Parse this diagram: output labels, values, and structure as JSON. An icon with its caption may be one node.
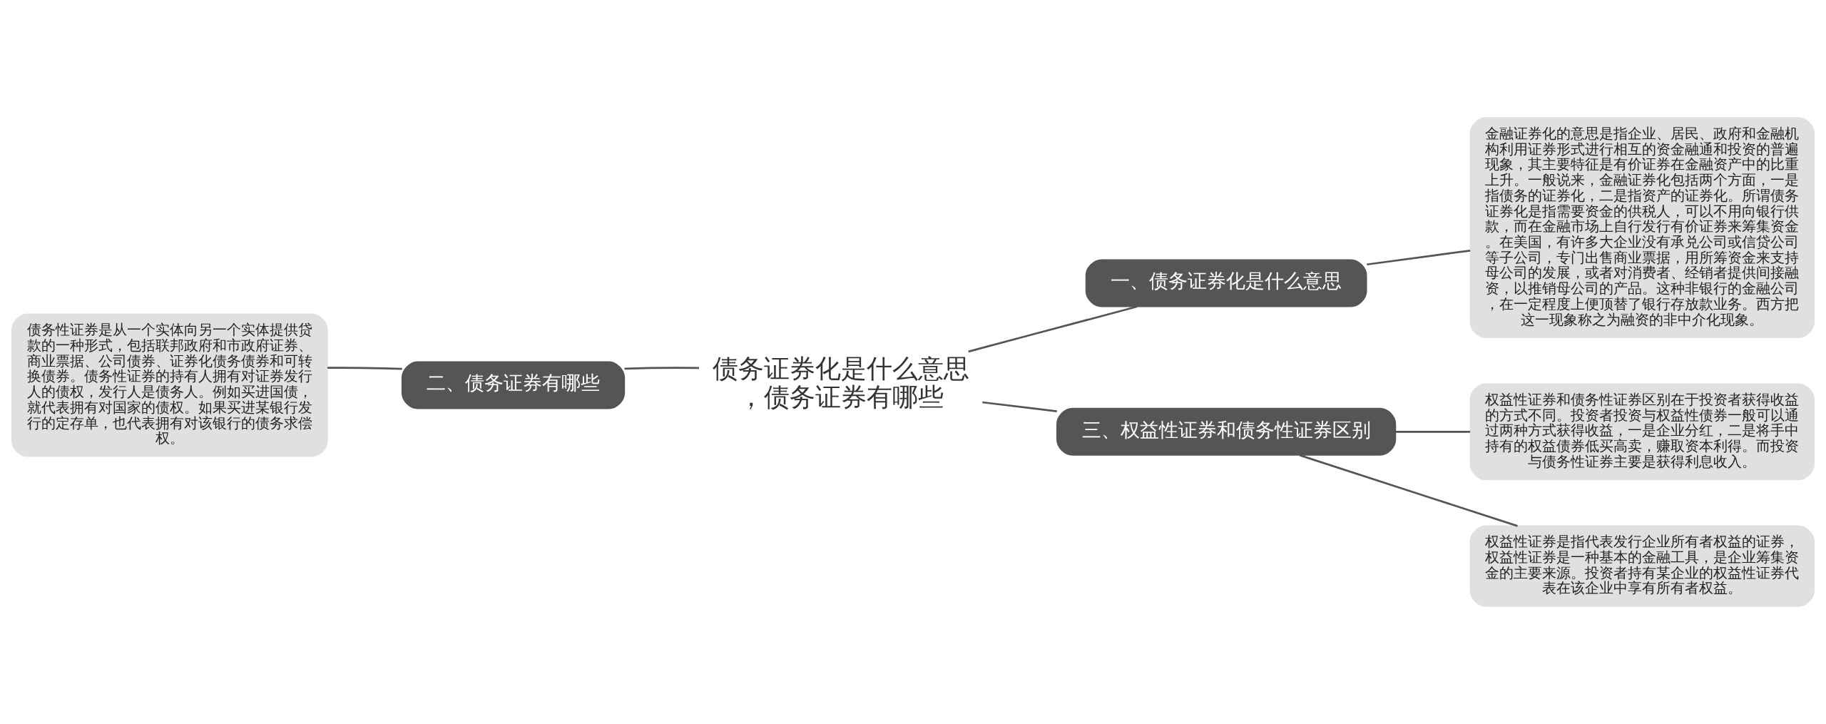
{
  "diagram": {
    "nodes": [
      {
        "text": [
          "债务证券化是什么意思，债务证券有哪些"
        ]
      },
      {
        "text": [
          "一、债务证券化是什么意思"
        ]
      },
      {
        "text": [
          "金融证券化的意思是指企业、居民、政府和金融机构利用证券形式进行相互的资金融通和投资的普遍现象，其主要特征是有价证券在金融资产中的比重上升。一般说来，金融证券化包括两个方面，一是指债务的证券化，二是指资产的证券化。所谓债务证券化是指需要资金的供税人，可以不用向银行供款，而在金融市场上自行发行有价证券来筹集资金。在美国，有许多大企业没有承兑公司或信贷公司等子公司，专门出售商业票据，用所筹资金来支持母公司的发展，或者对消费者、经销者提供间接融资，以推销母公司的产品。这种非银行的金融公司，在一定程度上便顶替了银行存放款业务。西方把这一现象称之为融资的非中介化现象。"
        ]
      },
      {
        "text": [
          "二、债务证券有哪些"
        ]
      },
      {
        "text": [
          "债务性证券是从一个实体向另一个实体提供贷款的一种形式，包括联邦政府和市政府证券、商业票据、公司债券、证券化债务债券和可转换债券。债务性证券的持有人拥有对证券发行人的债权，发行人是债务人。例如买进国债，就代表拥有对国家的债权。如果买进某银行发行的定存单，也代表拥有对该银行的债务求偿权。"
        ]
      },
      {
        "text": [
          "三、权益性证券和债务性证券区别"
        ]
      },
      {
        "text": [
          "权益性证券和债务性证券区别在于投资者获得收益的方式不同。投资者投资与权益性债券一般可以通过两种方式获得收益，一是企业分红，二是将手中持有的权益债券低买高卖，赚取资本利得。而投资与债务性证券主要是获得利息收入。"
        ]
      },
      {
        "text": [
          "权益性证券是指代表发行企业所有者权益的证券，权益性证券是一种基本的金融工具，是企业筹集资金的主要来源。投资者持有某企业的权益性证券代表在该企业中享有所有者权益。"
        ]
      }
    ],
    "edges": [
      {
        "from": 0,
        "to": 1,
        "arrow": "none"
      },
      {
        "from": 1,
        "to": 2,
        "arrow": "none"
      },
      {
        "from": 0,
        "to": 3,
        "arrow": "none"
      },
      {
        "from": 3,
        "to": 4,
        "arrow": "none"
      },
      {
        "from": 0,
        "to": 5,
        "arrow": "none"
      },
      {
        "from": 5,
        "to": 6,
        "arrow": "none"
      },
      {
        "from": 5,
        "to": 7,
        "arrow": "none"
      }
    ]
  }
}
